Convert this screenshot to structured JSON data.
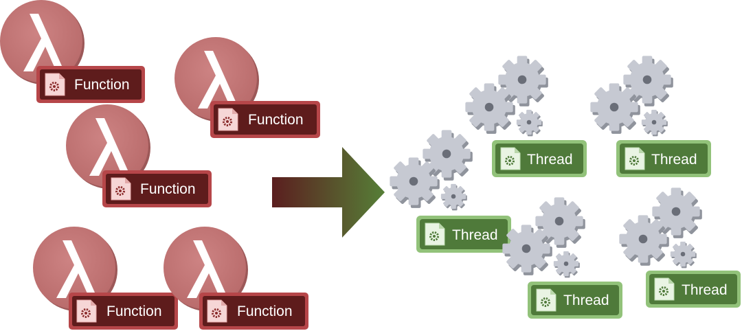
{
  "functions": [
    {
      "label": "Function"
    },
    {
      "label": "Function"
    },
    {
      "label": "Function"
    },
    {
      "label": "Function"
    },
    {
      "label": "Function"
    }
  ],
  "threads": [
    {
      "label": "Thread"
    },
    {
      "label": "Thread"
    },
    {
      "label": "Thread"
    },
    {
      "label": "Thread"
    },
    {
      "label": "Thread"
    }
  ],
  "icons": {
    "function": "lambda-icon",
    "thread": "gears-icon",
    "file": "settings-file-icon",
    "transition": "arrow-right-icon"
  },
  "colors": {
    "function_circle": "#c37474",
    "function_box": "#5e1c1c",
    "function_border": "#b64649",
    "thread_box": "#4f7a3a",
    "thread_border": "#92c27a",
    "gear": "#c4c7d0",
    "arrow_start": "#5b1e1f",
    "arrow_end": "#567f37"
  }
}
